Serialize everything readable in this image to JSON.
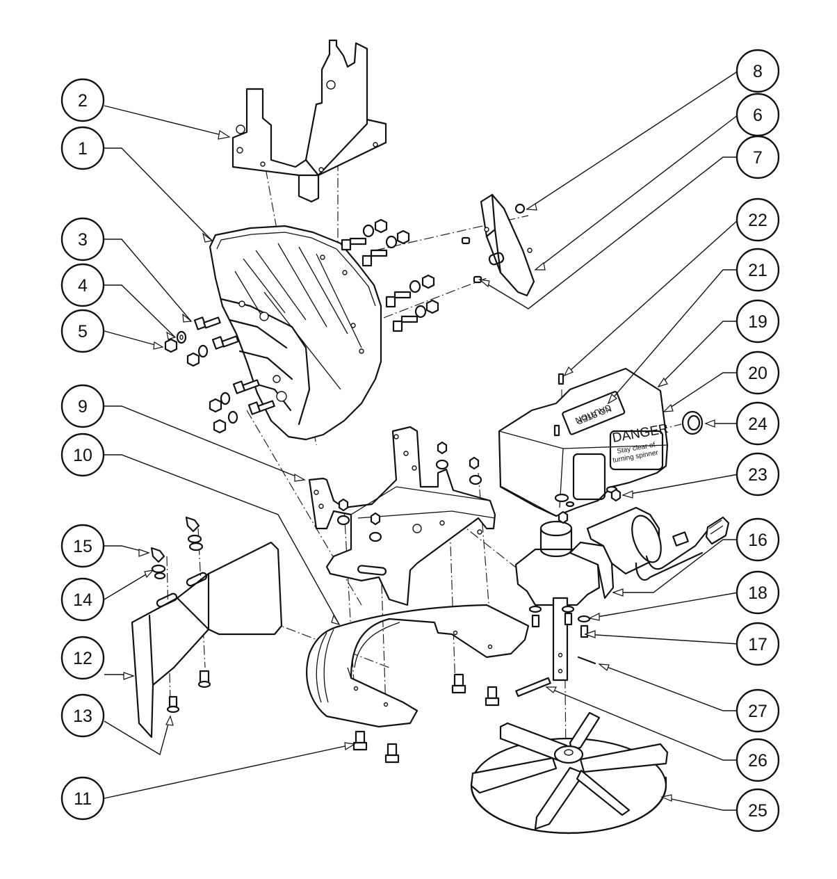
{
  "diagram": {
    "callouts": [
      "1",
      "2",
      "3",
      "4",
      "5",
      "6",
      "7",
      "8",
      "9",
      "10",
      "11",
      "12",
      "13",
      "14",
      "15",
      "16",
      "17",
      "18",
      "19",
      "20",
      "21",
      "22",
      "23",
      "24",
      "25",
      "26",
      "27"
    ]
  },
  "decals": {
    "caution_line1": "CAUTION",
    "caution_line2": "NO STEP",
    "danger_title": "DANGER",
    "danger_line1": "Stay clear of",
    "danger_line2": "turning spinner"
  }
}
